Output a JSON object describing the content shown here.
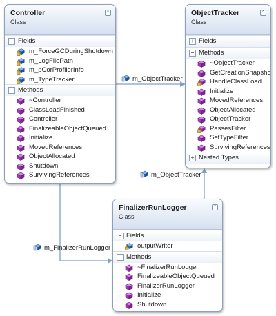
{
  "classes": {
    "controller": {
      "name": "Controller",
      "kind": "Class",
      "fields_label": "Fields",
      "fields": [
        "m_ForceGCDuringShutdown",
        "m_LogFilePath",
        "m_pCorProfilerInfo",
        "m_TypeTracker"
      ],
      "methods_label": "Methods",
      "methods": [
        "~Controller",
        "ClassLoadFinished",
        "Controller",
        "FinalizeableObjectQueued",
        "Initialize",
        "MovedReferences",
        "ObjectAllocated",
        "Shutdown",
        "SurvivingReferences"
      ]
    },
    "object_tracker": {
      "name": "ObjectTracker",
      "kind": "Class",
      "fields_label": "Fields",
      "methods_label": "Methods",
      "methods": [
        "~ObjectTracker",
        "GetCreationSnapshot",
        "HandleClassLoad",
        "Initialize",
        "MovedReferences",
        "ObjectAllocated",
        "ObjectTracker",
        "PassesFilter",
        "SetTypeFilter",
        "SurvivingReferences"
      ],
      "nested_label": "Nested Types"
    },
    "finalizer_run_logger": {
      "name": "FinalizerRunLogger",
      "kind": "Class",
      "fields_label": "Fields",
      "fields": [
        "outputWriter"
      ],
      "methods_label": "Methods",
      "methods": [
        "~FinalizerRunLogger",
        "FinalizeableObjectQueued",
        "FinalizerRunLogger",
        "Initialize",
        "Shutdown"
      ]
    }
  },
  "associations": {
    "controller_to_tracker": "m_ObjectTracker",
    "logger_to_tracker": "m_ObjectTracker",
    "controller_to_logger": "m_FinalizerRunLogger"
  },
  "icons": {
    "field": "field-icon",
    "private_field": "private-field-icon",
    "method": "method-icon",
    "private_method": "private-method-icon",
    "association": "association-icon"
  },
  "colors": {
    "header_gradient_top": "#f9fbfe",
    "header_gradient_bottom": "#d5e0f0",
    "border": "#8e9fb8",
    "connector": "#7f9fc8",
    "method_icon": "#a23ab5",
    "field_icon": "#2f6ab7"
  }
}
